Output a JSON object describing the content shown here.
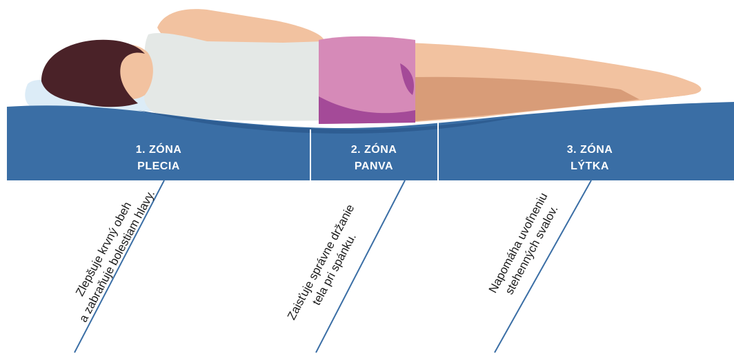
{
  "zones": [
    {
      "number": "1. ZÓNA",
      "name": "PLECIA",
      "description_line1": "Zlepšuje krvný obeh",
      "description_line2": "a zabraňuje bolestiam hlavy."
    },
    {
      "number": "2. ZÓNA",
      "name": "PANVA",
      "description_line1": "Zaisťuje správne držanie",
      "description_line2": "tela pri spánku."
    },
    {
      "number": "3. ZÓNA",
      "name": "LÝTKA",
      "description_line1": "Napomáha uvoľneniu",
      "description_line2": "stehenných svalov."
    }
  ],
  "colors": {
    "mattress": "#3a6ea5",
    "mattress_dark": "#2e5d92",
    "pillow": "#dcecf7",
    "hair": "#4a2228",
    "skin": "#f2c2a0",
    "skin_shade": "#d89c78",
    "shirt": "#e4e8e6",
    "shorts": "#d68ab8",
    "shorts_shade": "#a44a98",
    "leader_line": "#3a6ea5",
    "divider": "#ffffff"
  }
}
